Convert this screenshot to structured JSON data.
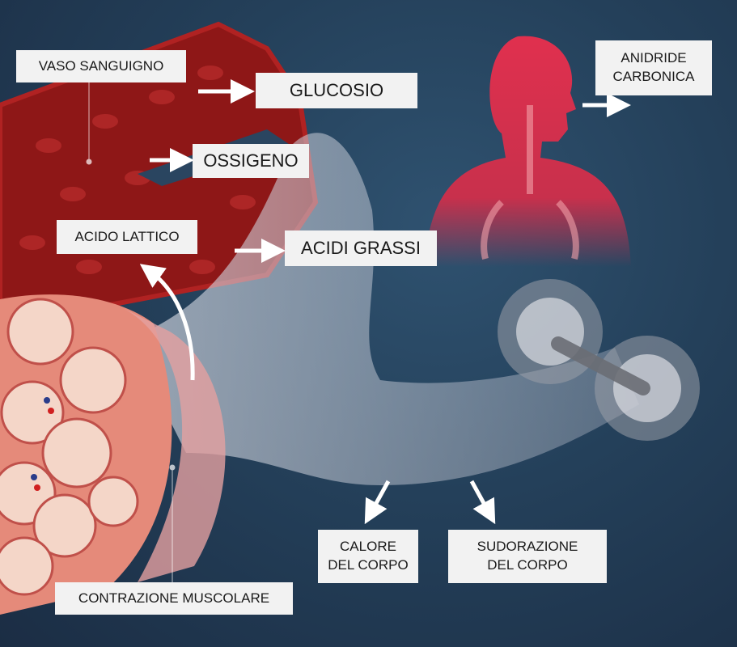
{
  "labels": {
    "blood_vessel": "VASO SANGUIGNO",
    "glucose": "GLUCOSIO",
    "oxygen": "OSSIGENO",
    "carbon_dioxide_line1": "ANIDRIDE",
    "carbon_dioxide_line2": "CARBONICA",
    "lactic_acid": "ACIDO LATTICO",
    "fatty_acids": "ACIDI GRASSI",
    "body_heat_line1": "CALORE",
    "body_heat_line2": "DEL CORPO",
    "sweating_line1": "SUDORAZIONE",
    "sweating_line2": "DEL CORPO",
    "muscle_contraction": "CONTRAZIONE MUSCOLARE"
  },
  "colors": {
    "blood": "#8e1717",
    "head": "#d8304c",
    "arrow": "#ffffff",
    "label_bg": "#f2f2f2"
  }
}
